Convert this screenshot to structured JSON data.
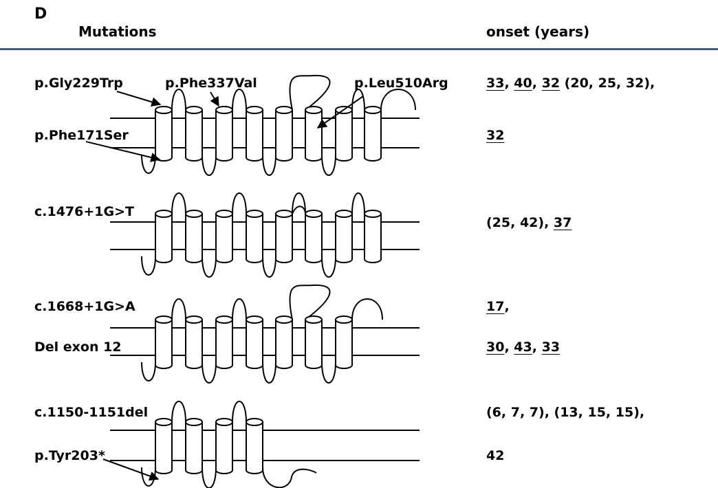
{
  "header": {
    "panel_letter": "D",
    "col_mutations": "Mutations",
    "col_onset": "onset (years)"
  },
  "rows": [
    {
      "labels": [
        "p.Gly229Trp",
        "p.Phe337Val",
        "p.Leu510Arg",
        "p.Phe171Ser"
      ],
      "onset_lines": [
        [
          {
            "t": "33",
            "u": true
          },
          {
            "t": ", ",
            "u": false
          },
          {
            "t": "40",
            "u": true
          },
          {
            "t": ", ",
            "u": false
          },
          {
            "t": "32",
            "u": true
          },
          {
            "t": " (20, 25, 32),",
            "u": false
          }
        ],
        [
          {
            "t": "32",
            "u": true
          }
        ]
      ]
    },
    {
      "labels": [
        "c.1476+1G>T"
      ],
      "onset_lines": [
        [
          {
            "t": "(25, 42), ",
            "u": false
          },
          {
            "t": "37",
            "u": true
          }
        ]
      ]
    },
    {
      "labels": [
        "c.1668+1G>A",
        "Del exon 12"
      ],
      "onset_lines": [
        [
          {
            "t": "17",
            "u": true
          },
          {
            "t": ",",
            "u": false
          }
        ],
        [
          {
            "t": "30",
            "u": true
          },
          {
            "t": ", ",
            "u": false
          },
          {
            "t": "43",
            "u": true
          },
          {
            "t": ", ",
            "u": false
          },
          {
            "t": "33",
            "u": true
          }
        ]
      ]
    },
    {
      "labels": [
        "c.1150-1151del",
        "p.Tyr203*"
      ],
      "onset_lines": [
        [
          {
            "t": "(6, 7, 7), (13, 15, 15),",
            "u": false
          }
        ],
        [
          {
            "t": "42",
            "u": false
          }
        ]
      ]
    }
  ]
}
